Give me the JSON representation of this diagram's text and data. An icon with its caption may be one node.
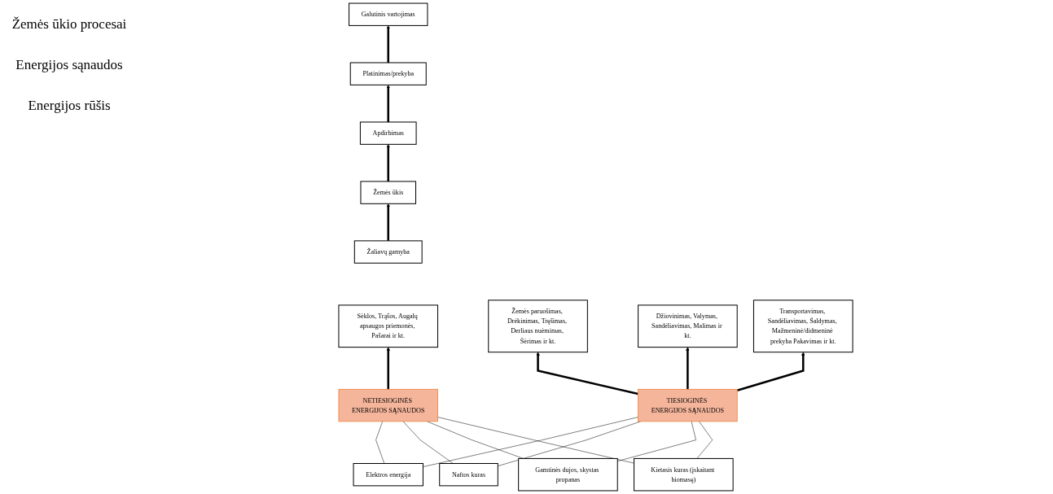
{
  "diagram": {
    "nodes": [
      {
        "text": [
          "Žaliavų gamyba"
        ]
      },
      {
        "text": [
          "Žemės ūkis"
        ]
      },
      {
        "text": [
          "Apdirbimas"
        ]
      },
      {
        "text": [
          "Platinimas/prekyba"
        ]
      },
      {
        "text": [
          "Galutinis vartojimas"
        ]
      },
      {
        "text": [
          "Sėklos, Trąšos, Augalų apsaugos priemonės, Pašarai ir kt."
        ]
      },
      {
        "text": [
          "Žemės paruošimas, Drėkinimas, Tręšimas, Derliaus nuėmimas, Šėrimas ir kt."
        ]
      },
      {
        "text": [
          "Džiovinimas, Valymas, Sandėliavimas, Malimas ir kt."
        ]
      },
      {
        "text": [
          "Transportavimas, Sandėliavimas, Šaldymas, Mažmeninė/didmeninė prekyba Pakavimas ir kt."
        ]
      },
      {
        "text": [
          "NETIESIOGINĖS ENERGIJOS SĄNAUDOS"
        ]
      },
      {
        "text": [
          "TIESIOGINĖS ENERGIJOS SĄNAUDOS"
        ]
      },
      {
        "text": [
          "Elektros energija"
        ]
      },
      {
        "text": [
          "Naftos kuras"
        ]
      },
      {
        "text": [
          "Gamtinės dujos, skystas propanas"
        ]
      },
      {
        "text": [
          "Kietasis kuras (įskaitant biomasę)"
        ]
      }
    ],
    "edges": [
      {
        "from": 0,
        "to": 1,
        "arrow": "to",
        "style": "thick"
      },
      {
        "from": 1,
        "to": 2,
        "arrow": "to",
        "style": "thick"
      },
      {
        "from": 2,
        "to": 3,
        "arrow": "to",
        "style": "thick"
      },
      {
        "from": 3,
        "to": 4,
        "arrow": "to",
        "style": "thick"
      },
      {
        "from": 9,
        "to": 5,
        "arrow": "to",
        "style": "thick"
      },
      {
        "from": 10,
        "to": 6,
        "arrow": "to",
        "style": "thick"
      },
      {
        "from": 10,
        "to": 7,
        "arrow": "to",
        "style": "thick"
      },
      {
        "from": 10,
        "to": 8,
        "arrow": "to",
        "style": "thick"
      },
      {
        "from": 9,
        "to": 11,
        "arrow": "none"
      },
      {
        "from": 9,
        "to": 12,
        "arrow": "none"
      },
      {
        "from": 9,
        "to": 13,
        "arrow": "none"
      },
      {
        "from": 9,
        "to": 14,
        "arrow": "none"
      },
      {
        "from": 10,
        "to": 11,
        "arrow": "none"
      },
      {
        "from": 10,
        "to": 12,
        "arrow": "none"
      },
      {
        "from": 10,
        "to": 13,
        "arrow": "none"
      },
      {
        "from": 10,
        "to": 14,
        "arrow": "none"
      }
    ],
    "labels": [
      "Žemės ūkio procesai",
      "Energijos sąnaudos",
      "Energijos rūšis"
    ]
  }
}
